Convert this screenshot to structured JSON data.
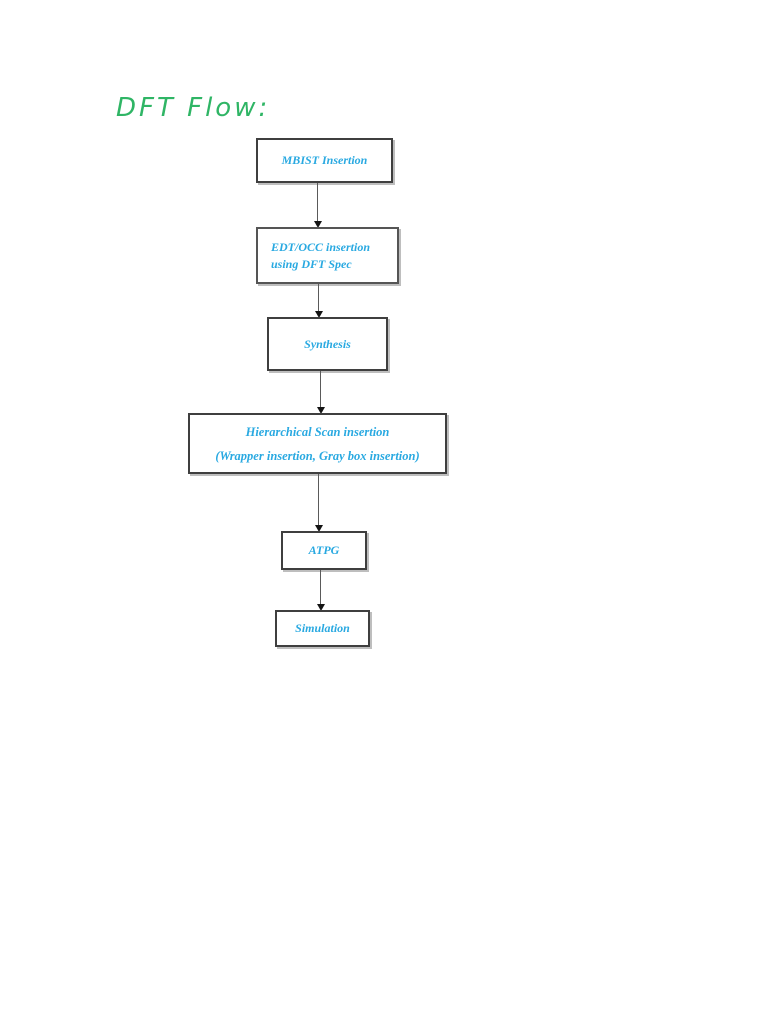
{
  "page": {
    "background_color": "#ffffff",
    "accent_green": "#2fb565",
    "node_text_color": "#29a9e1",
    "node_border_color": "#3f3f3f",
    "connector_color": "#5a5a5a"
  },
  "title": {
    "text": "DFT Flow:"
  },
  "flow": {
    "nodes": [
      {
        "id": "mbist",
        "line1": "MBIST Insertion"
      },
      {
        "id": "edt",
        "line1": "EDT/OCC insertion",
        "line2": "using DFT Spec"
      },
      {
        "id": "synthesis",
        "line1": "Synthesis"
      },
      {
        "id": "hier",
        "line1": "Hierarchical Scan insertion",
        "line2": "(Wrapper insertion, Gray box insertion)"
      },
      {
        "id": "atpg",
        "line1": "ATPG"
      },
      {
        "id": "sim",
        "line1": "Simulation"
      }
    ]
  }
}
